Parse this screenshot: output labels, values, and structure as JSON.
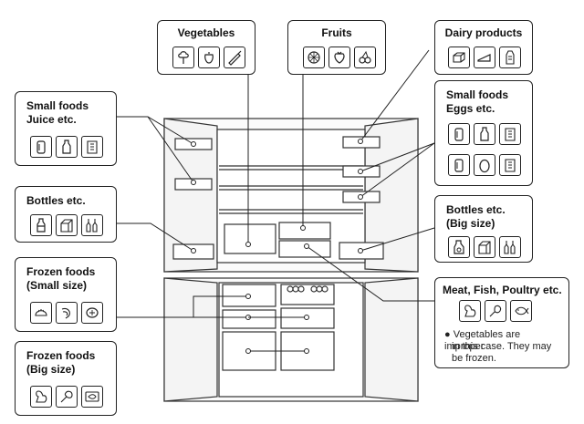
{
  "categories": {
    "vegetables": {
      "title": "Vegetables",
      "icons": [
        "broccoli-icon",
        "pepper-icon",
        "carrot-icon"
      ]
    },
    "fruits": {
      "title": "Fruits",
      "icons": [
        "orange-slice-icon",
        "strawberry-icon",
        "cherries-icon"
      ]
    },
    "dairy": {
      "title": "Dairy products",
      "icons": [
        "butter-icon",
        "cheese-icon",
        "milk-carton-icon"
      ]
    },
    "small_foods_juice": {
      "title_lines": [
        "Small foods",
        "Juice etc."
      ],
      "icons": [
        "can-icon",
        "bottle-icon",
        "carton-icon"
      ]
    },
    "small_foods_eggs": {
      "title_lines": [
        "Small foods",
        "Eggs etc."
      ],
      "icons": [
        "can-icon",
        "bottle-icon",
        "carton-icon",
        "can-icon",
        "egg-icon",
        "carton-icon"
      ]
    },
    "bottles_left": {
      "title": "Bottles etc.",
      "icons": [
        "bottle-icon",
        "carton-icon",
        "wine-bottles-icon"
      ]
    },
    "bottles_big": {
      "title_lines": [
        "Bottles etc.",
        "(Big size)"
      ],
      "icons": [
        "jug-icon",
        "carton-icon",
        "wine-bottles-icon"
      ]
    },
    "frozen_small": {
      "title_lines": [
        "Frozen foods",
        "(Small size)"
      ],
      "icons": [
        "dumpling-icon",
        "shrimp-icon",
        "frozen-pack-icon"
      ]
    },
    "frozen_big": {
      "title_lines": [
        "Frozen foods",
        "(Big size)"
      ],
      "icons": [
        "chicken-icon",
        "meat-icon",
        "fish-pack-icon"
      ]
    },
    "meat": {
      "title": "Meat, Fish, Poultry etc.",
      "icons": [
        "chicken-icon",
        "drumstick-icon",
        "fish-icon"
      ],
      "note_bullet": "●",
      "note_lines": [
        "Vegetables are improper",
        "in this case. They may",
        "be frozen."
      ]
    }
  }
}
